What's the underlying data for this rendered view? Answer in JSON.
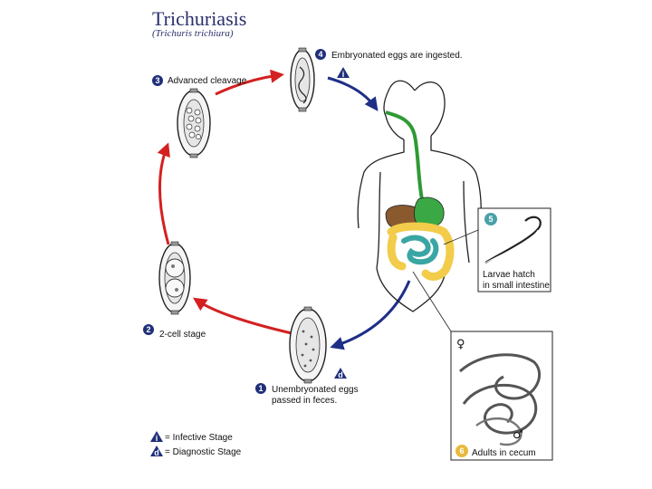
{
  "title": "Trichuriasis",
  "subtitle": "(Trichuris trichiura)",
  "colors": {
    "arrow_red": "#d42020",
    "arrow_blue": "#1f2f86",
    "badge": "#1f2f7a",
    "badge_teal": "#4aa0a8",
    "badge_yellow": "#e8b93a",
    "esophagus": "#2f9a35",
    "stomach": "#3aa845",
    "liver": "#8a5a2e",
    "small_intestine": "#3aa6a4",
    "colon": "#f2cc4a"
  },
  "stages": [
    {
      "number": "1",
      "label_line1": "Unembryonated eggs",
      "label_line2": "passed in feces.",
      "stage_marker": "d"
    },
    {
      "number": "2",
      "label": "2-cell stage"
    },
    {
      "number": "3",
      "label": "Advanced cleavage"
    },
    {
      "number": "4",
      "label": "Embryonated eggs are ingested.",
      "stage_marker": "i"
    },
    {
      "number": "5",
      "label_line1": "Larvae hatch",
      "label_line2": "in small intestine"
    },
    {
      "number": "6",
      "label": "Adults in cecum",
      "female_symbol": "♀",
      "male_symbol": "♂"
    }
  ],
  "legend": [
    {
      "marker": "i",
      "text": "= Infective Stage"
    },
    {
      "marker": "d",
      "text": "= Diagnostic Stage"
    }
  ]
}
